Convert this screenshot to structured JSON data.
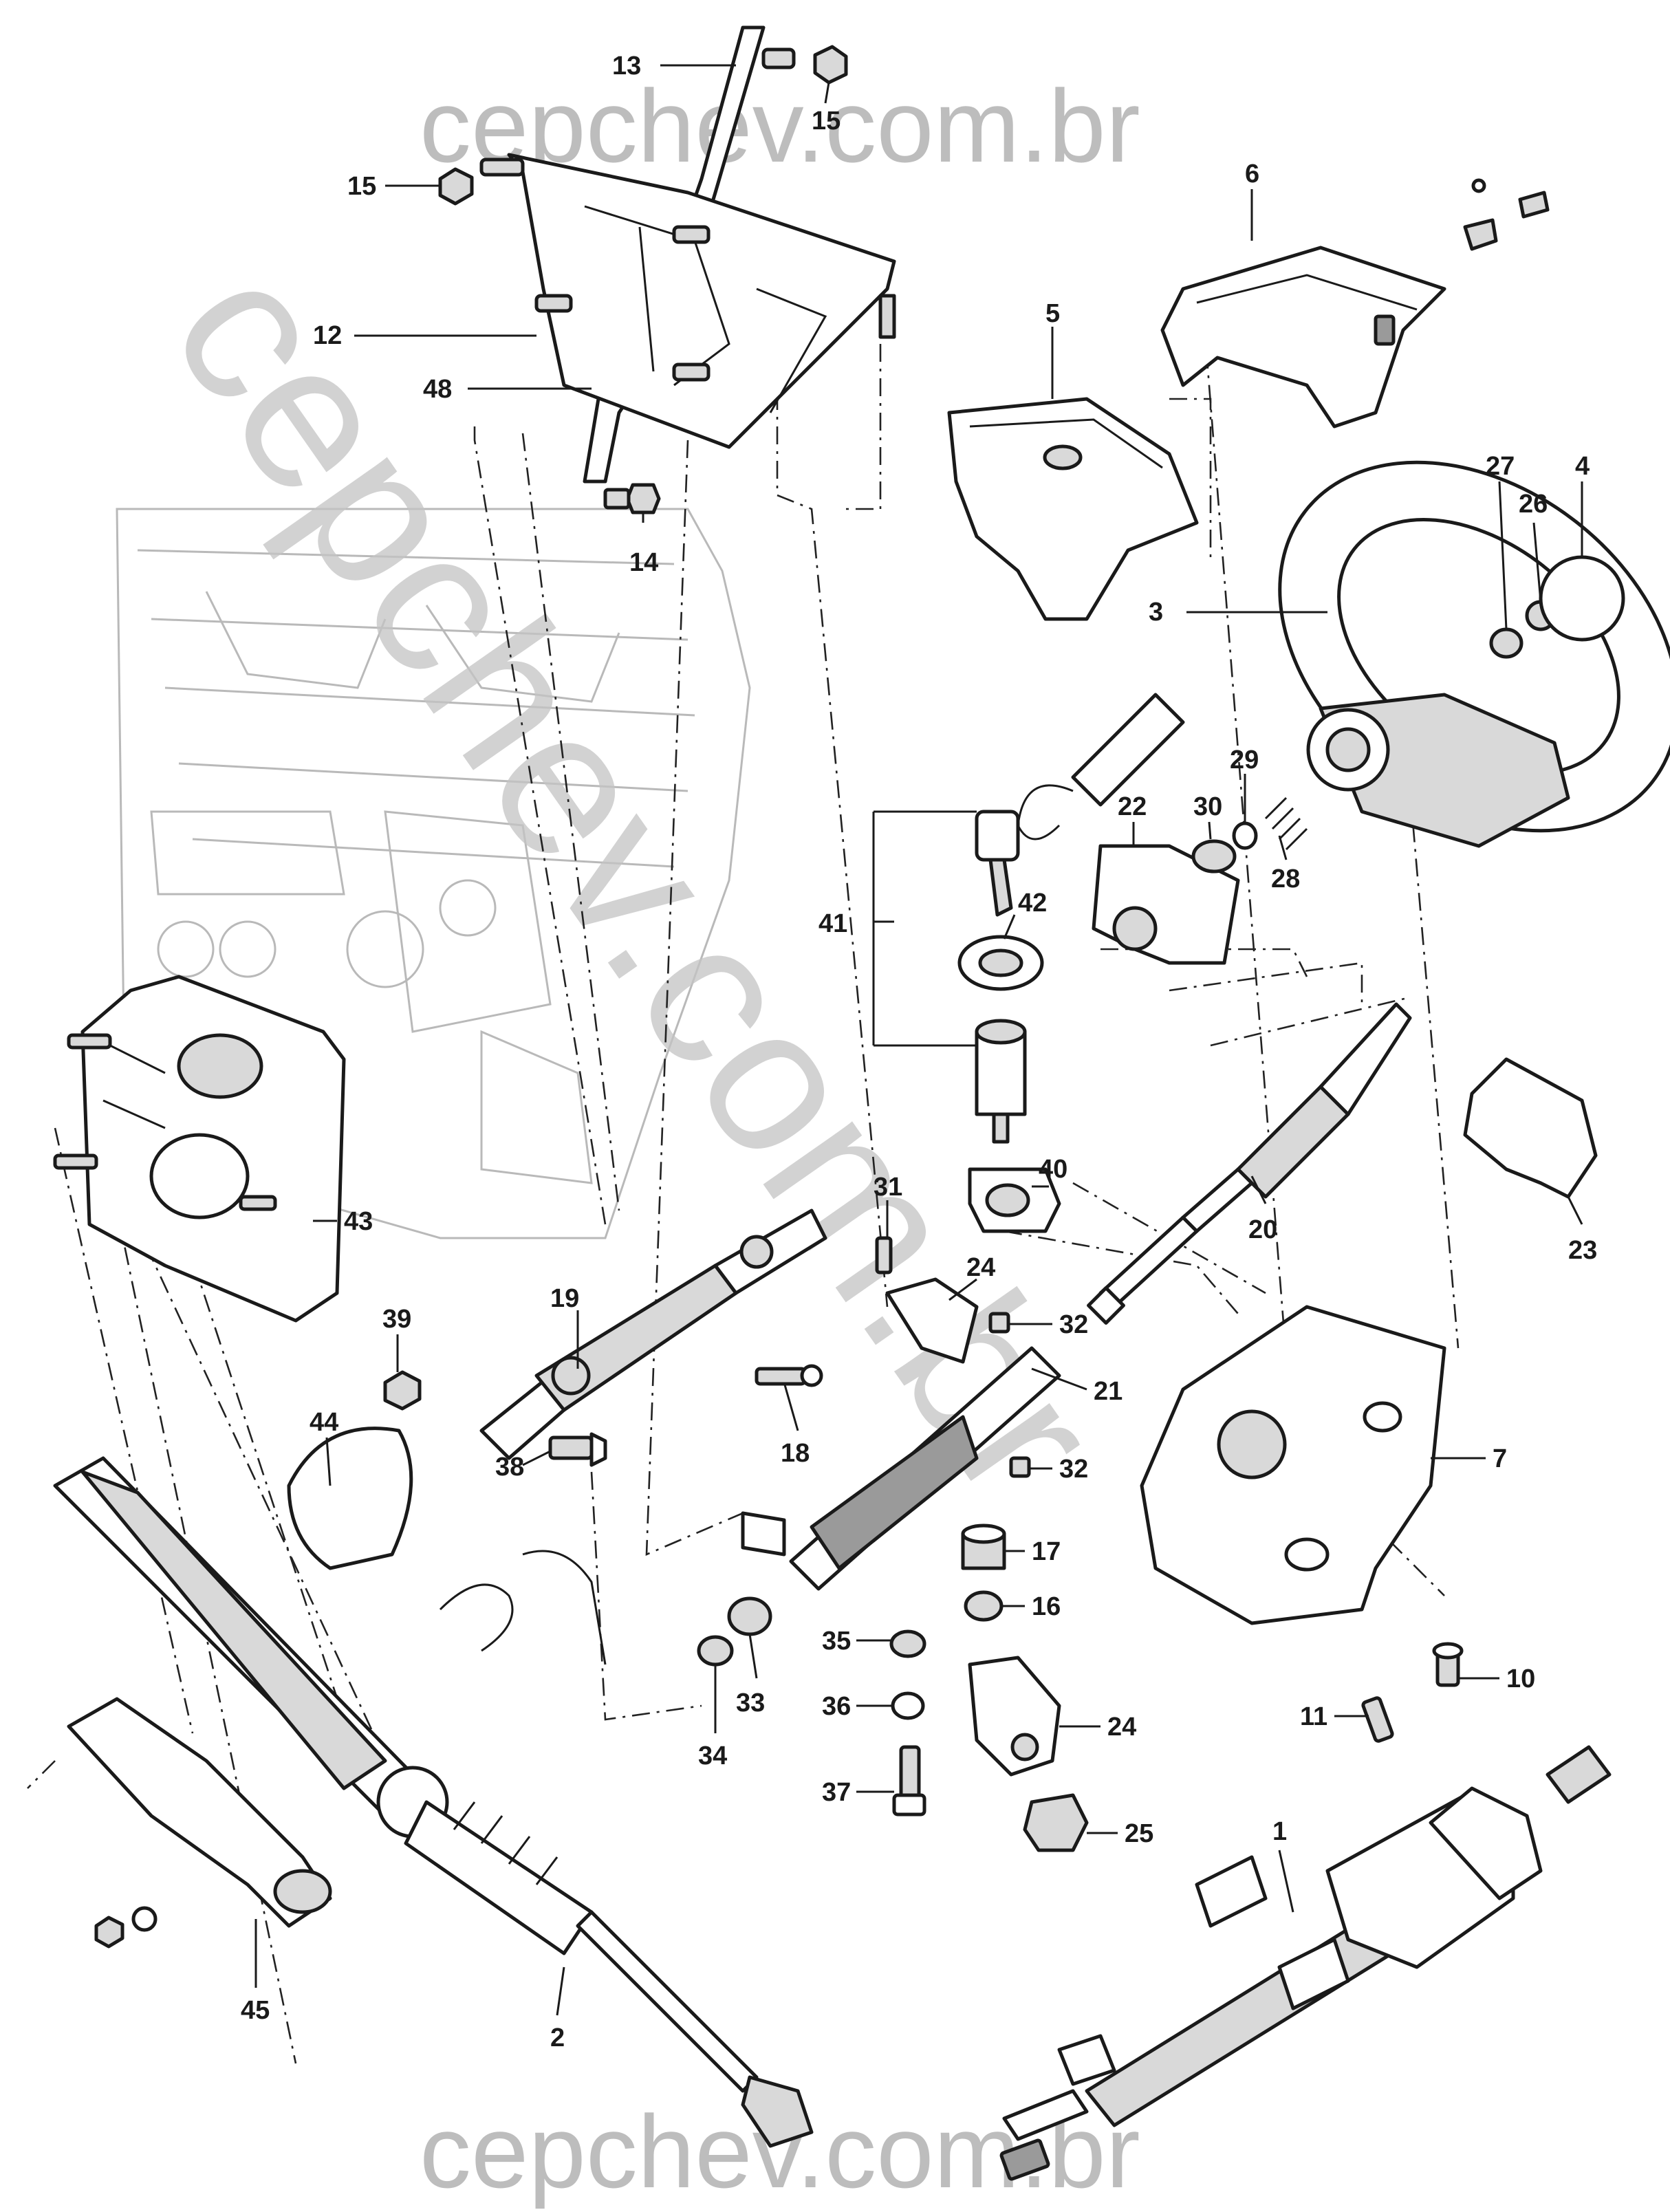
{
  "watermark": {
    "top": "cepchev.com.br",
    "bottom": "cepchev.com.br",
    "diagonal": "cepchev.com.br"
  },
  "callouts": [
    {
      "id": "c13",
      "text": "13"
    },
    {
      "id": "c15a",
      "text": "15"
    },
    {
      "id": "c15b",
      "text": "15"
    },
    {
      "id": "c12",
      "text": "12"
    },
    {
      "id": "c48",
      "text": "48"
    },
    {
      "id": "c14",
      "text": "14"
    },
    {
      "id": "c6",
      "text": "6"
    },
    {
      "id": "c5",
      "text": "5"
    },
    {
      "id": "c27",
      "text": "27"
    },
    {
      "id": "c4",
      "text": "4"
    },
    {
      "id": "c26",
      "text": "26"
    },
    {
      "id": "c3",
      "text": "3"
    },
    {
      "id": "c29",
      "text": "29"
    },
    {
      "id": "c22",
      "text": "22"
    },
    {
      "id": "c30",
      "text": "30"
    },
    {
      "id": "c28",
      "text": "28"
    },
    {
      "id": "c41",
      "text": "41"
    },
    {
      "id": "c42",
      "text": "42"
    },
    {
      "id": "c40",
      "text": "40"
    },
    {
      "id": "c31",
      "text": "31"
    },
    {
      "id": "c20",
      "text": "20"
    },
    {
      "id": "c23",
      "text": "23"
    },
    {
      "id": "c43",
      "text": "43"
    },
    {
      "id": "c39",
      "text": "39"
    },
    {
      "id": "c19",
      "text": "19"
    },
    {
      "id": "c24a",
      "text": "24"
    },
    {
      "id": "c32a",
      "text": "32"
    },
    {
      "id": "c44",
      "text": "44"
    },
    {
      "id": "c21",
      "text": "21"
    },
    {
      "id": "c18",
      "text": "18"
    },
    {
      "id": "c38",
      "text": "38"
    },
    {
      "id": "c32b",
      "text": "32"
    },
    {
      "id": "c7",
      "text": "7"
    },
    {
      "id": "c17",
      "text": "17"
    },
    {
      "id": "c16",
      "text": "16"
    },
    {
      "id": "c35",
      "text": "35"
    },
    {
      "id": "c33",
      "text": "33"
    },
    {
      "id": "c34",
      "text": "34"
    },
    {
      "id": "c36",
      "text": "36"
    },
    {
      "id": "c24b",
      "text": "24"
    },
    {
      "id": "c10",
      "text": "10"
    },
    {
      "id": "c11",
      "text": "11"
    },
    {
      "id": "c37",
      "text": "37"
    },
    {
      "id": "c25",
      "text": "25"
    },
    {
      "id": "c1",
      "text": "1"
    },
    {
      "id": "c2",
      "text": "2"
    },
    {
      "id": "c45",
      "text": "45"
    }
  ]
}
